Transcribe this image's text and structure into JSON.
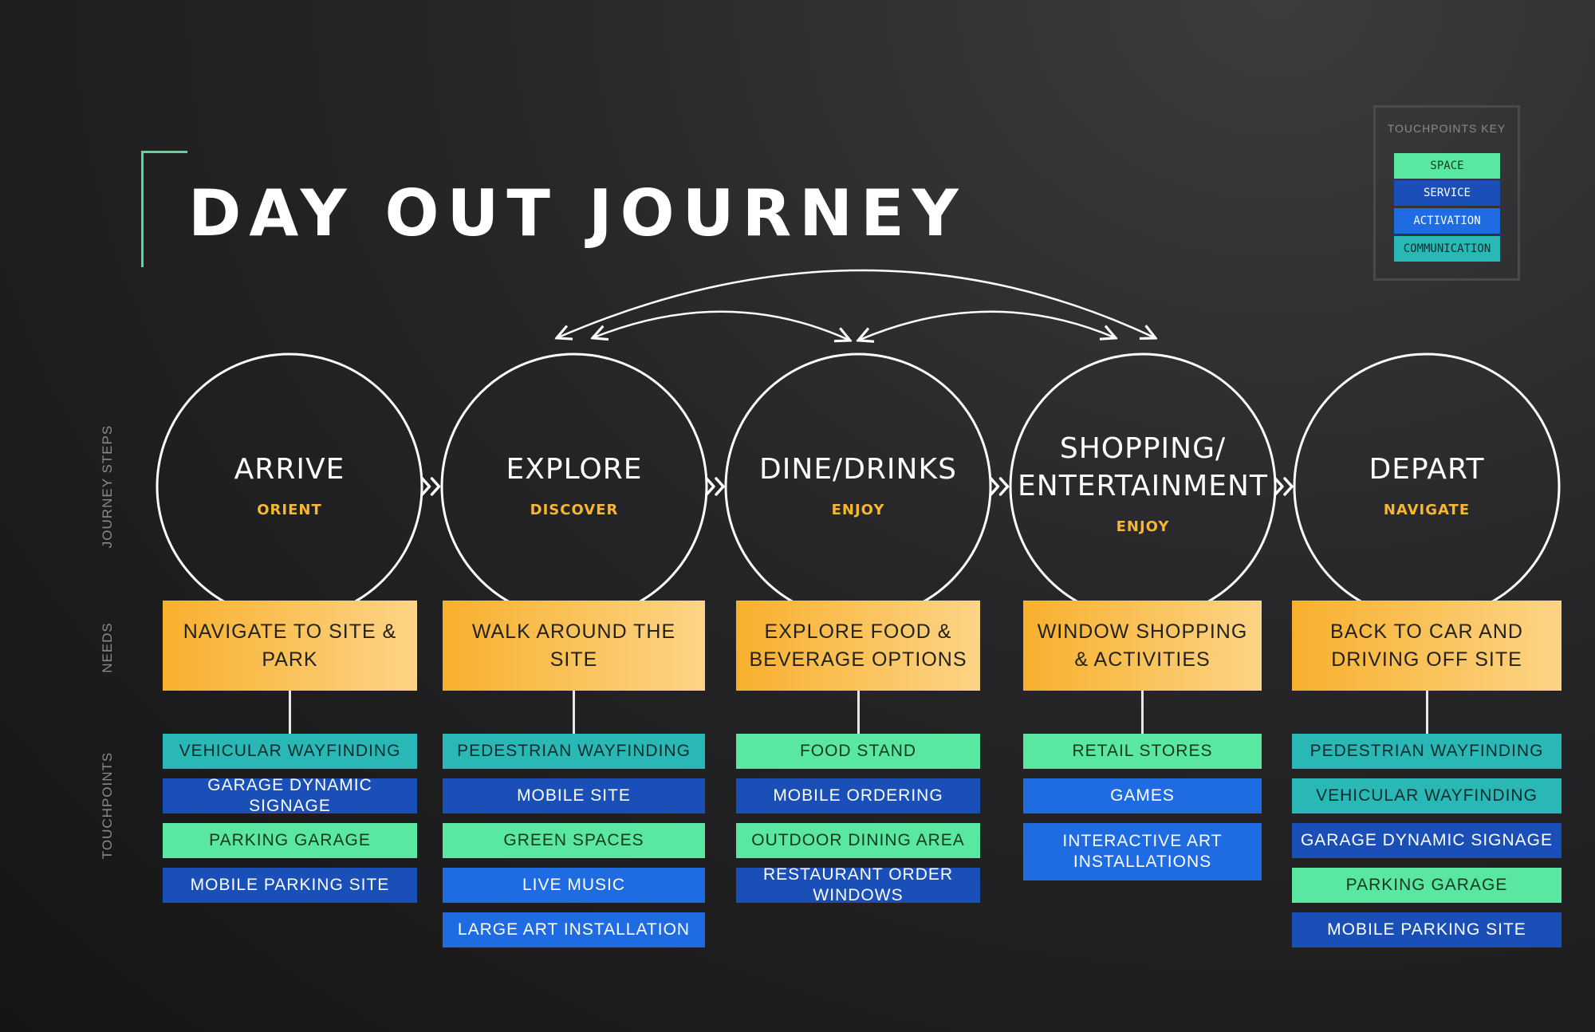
{
  "title": "DAY OUT JOURNEY",
  "key": {
    "title": "TOUCHPOINTS KEY",
    "items": [
      {
        "label": "SPACE",
        "type": "space",
        "color": "#5ae7a2"
      },
      {
        "label": "SERVICE",
        "type": "service",
        "color": "#1a4fb7"
      },
      {
        "label": "ACTIVATION",
        "type": "activation",
        "color": "#1f6be2"
      },
      {
        "label": "COMMUNICATION",
        "type": "communication",
        "color": "#2ab8b6"
      }
    ]
  },
  "row_labels": {
    "steps": "JOURNEY STEPS",
    "needs": "NEEDS",
    "touchpoints": "TOUCHPOINTS"
  },
  "colors": {
    "accent_green": "#52d79c",
    "step_highlight": "#f6b731",
    "need_gradient_start": "#f8b02e",
    "need_gradient_end": "#fcd486"
  },
  "steps": [
    {
      "name": "ARRIVE",
      "sub": "ORIENT",
      "need": "NAVIGATE TO SITE & PARK",
      "touchpoints": [
        {
          "label": "VEHICULAR WAYFINDING",
          "type": "communication"
        },
        {
          "label": "GARAGE DYNAMIC SIGNAGE",
          "type": "service"
        },
        {
          "label": "PARKING GARAGE",
          "type": "space"
        },
        {
          "label": "MOBILE PARKING SITE",
          "type": "service"
        }
      ]
    },
    {
      "name": "EXPLORE",
      "sub": "DISCOVER",
      "need": "WALK AROUND THE SITE",
      "touchpoints": [
        {
          "label": "PEDESTRIAN WAYFINDING",
          "type": "communication"
        },
        {
          "label": "MOBILE SITE",
          "type": "service"
        },
        {
          "label": "GREEN SPACES",
          "type": "space"
        },
        {
          "label": "LIVE MUSIC",
          "type": "activation"
        },
        {
          "label": "LARGE ART INSTALLATION",
          "type": "activation"
        }
      ]
    },
    {
      "name": "DINE/DRINKS",
      "sub": "ENJOY",
      "need": "EXPLORE FOOD & BEVERAGE OPTIONS",
      "touchpoints": [
        {
          "label": "FOOD STAND",
          "type": "space"
        },
        {
          "label": "MOBILE ORDERING",
          "type": "service"
        },
        {
          "label": "OUTDOOR DINING AREA",
          "type": "space"
        },
        {
          "label": "RESTAURANT ORDER WINDOWS",
          "type": "service"
        }
      ]
    },
    {
      "name": "SHOPPING/ ENTERTAINMENT",
      "sub": "ENJOY",
      "need": "WINDOW SHOPPING & ACTIVITIES",
      "touchpoints": [
        {
          "label": "RETAIL STORES",
          "type": "space"
        },
        {
          "label": "GAMES",
          "type": "activation"
        },
        {
          "label": "INTERACTIVE ART INSTALLATIONS",
          "type": "activation"
        }
      ]
    },
    {
      "name": "DEPART",
      "sub": "NAVIGATE",
      "need": "BACK TO CAR AND DRIVING OFF SITE",
      "touchpoints": [
        {
          "label": "PEDESTRIAN WAYFINDING",
          "type": "communication"
        },
        {
          "label": "VEHICULAR WAYFINDING",
          "type": "communication"
        },
        {
          "label": "GARAGE DYNAMIC SIGNAGE",
          "type": "service"
        },
        {
          "label": "PARKING GARAGE",
          "type": "space"
        },
        {
          "label": "MOBILE PARKING SITE",
          "type": "service"
        }
      ]
    }
  ]
}
